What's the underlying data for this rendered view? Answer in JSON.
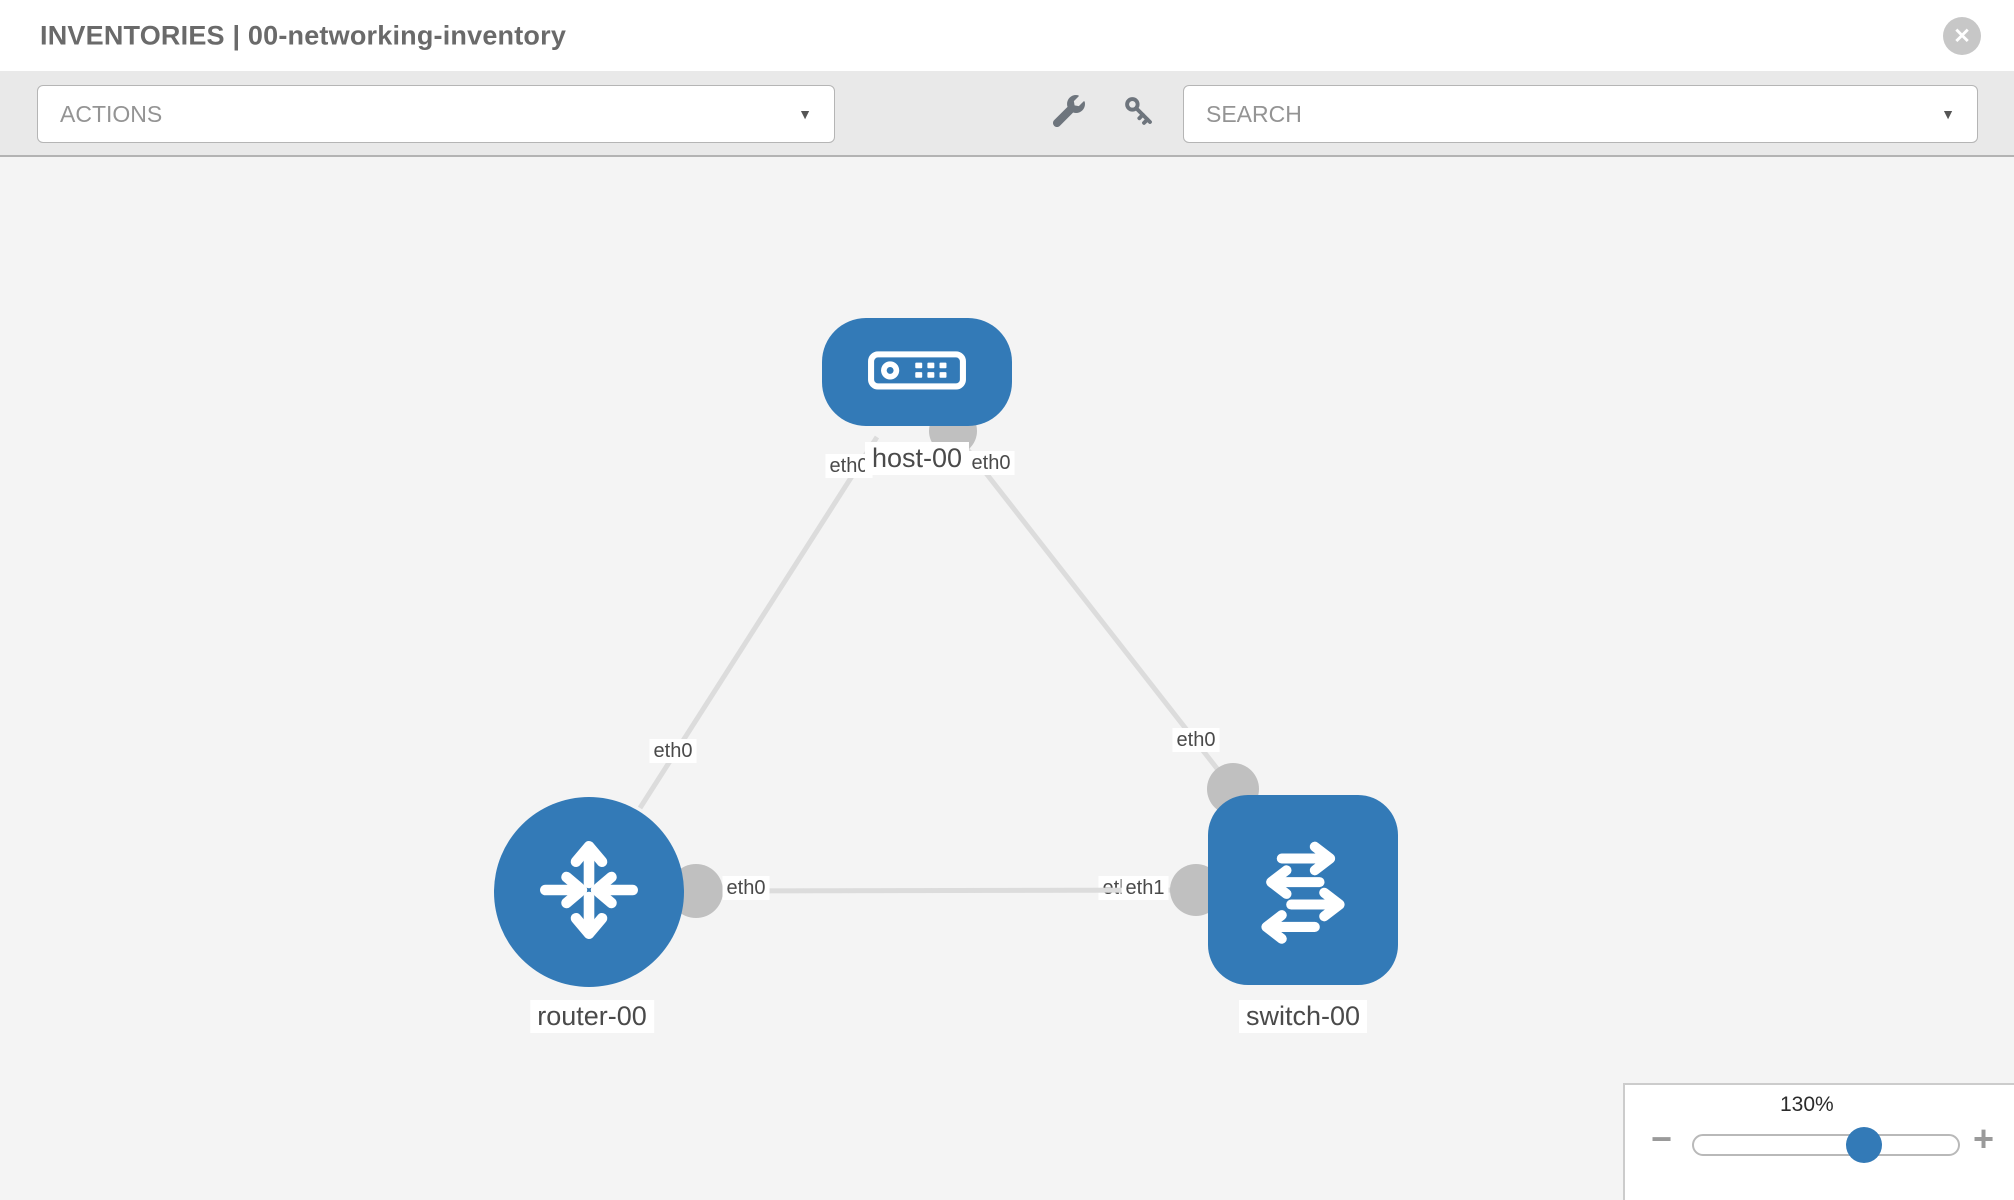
{
  "header": {
    "title": "INVENTORIES | 00-networking-inventory"
  },
  "toolbar": {
    "actions_label": "ACTIONS",
    "search_label": "SEARCH"
  },
  "icons": {
    "close": "✕",
    "caret_down": "▼",
    "zoom_out": "−",
    "zoom_in": "+",
    "wrench": "wrench-icon",
    "key": "key-icon"
  },
  "colors": {
    "node_blue": "#337ab7",
    "link_gray": "#dcdcdc",
    "connector_gray": "#c0c0c0"
  },
  "graph": {
    "nodes": [
      {
        "label": "host-00",
        "type": "host"
      },
      {
        "label": "router-00",
        "type": "router"
      },
      {
        "label": "switch-00",
        "type": "switch"
      }
    ],
    "links": [
      {
        "from": "host-00",
        "to": "router-00",
        "from_label": "eth0",
        "to_label": "eth0"
      },
      {
        "from": "host-00",
        "to": "switch-00",
        "from_label": "eth0",
        "to_label": "eth0"
      },
      {
        "from": "router-00",
        "to": "switch-00",
        "from_label": "eth0",
        "to_label": "eth1",
        "overlap_label": "eth0"
      }
    ]
  },
  "zoom_control": {
    "level": "130%"
  }
}
